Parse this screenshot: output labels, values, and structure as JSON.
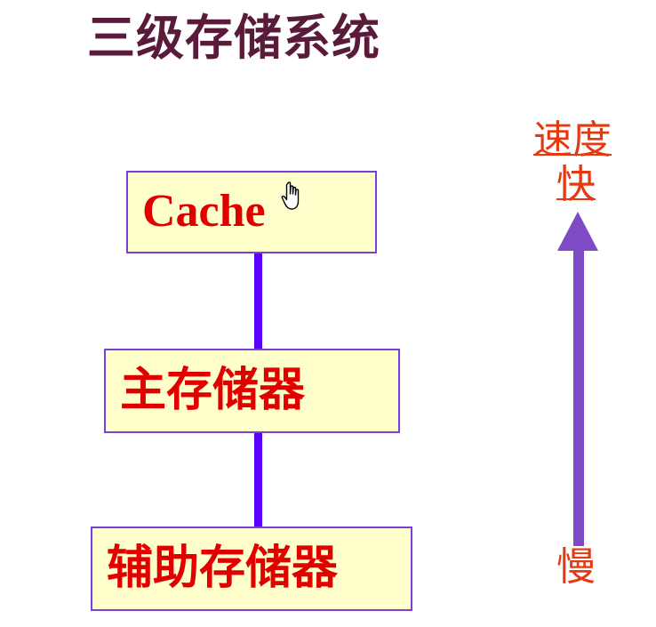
{
  "title": "三级存储系统",
  "hierarchy": {
    "levels": [
      {
        "label": "Cache"
      },
      {
        "label": "主存储器"
      },
      {
        "label": "辅助存储器"
      }
    ]
  },
  "speed": {
    "title": "速度",
    "fast": "快",
    "slow": "慢"
  },
  "colors": {
    "title": "#5a1a3a",
    "box_fill": "#ffffcc",
    "box_border": "#7b3fd9",
    "box_text": "#e00000",
    "connector": "#5a00ff",
    "speed_text": "#e43a12",
    "arrow": "#7f4ac6"
  }
}
